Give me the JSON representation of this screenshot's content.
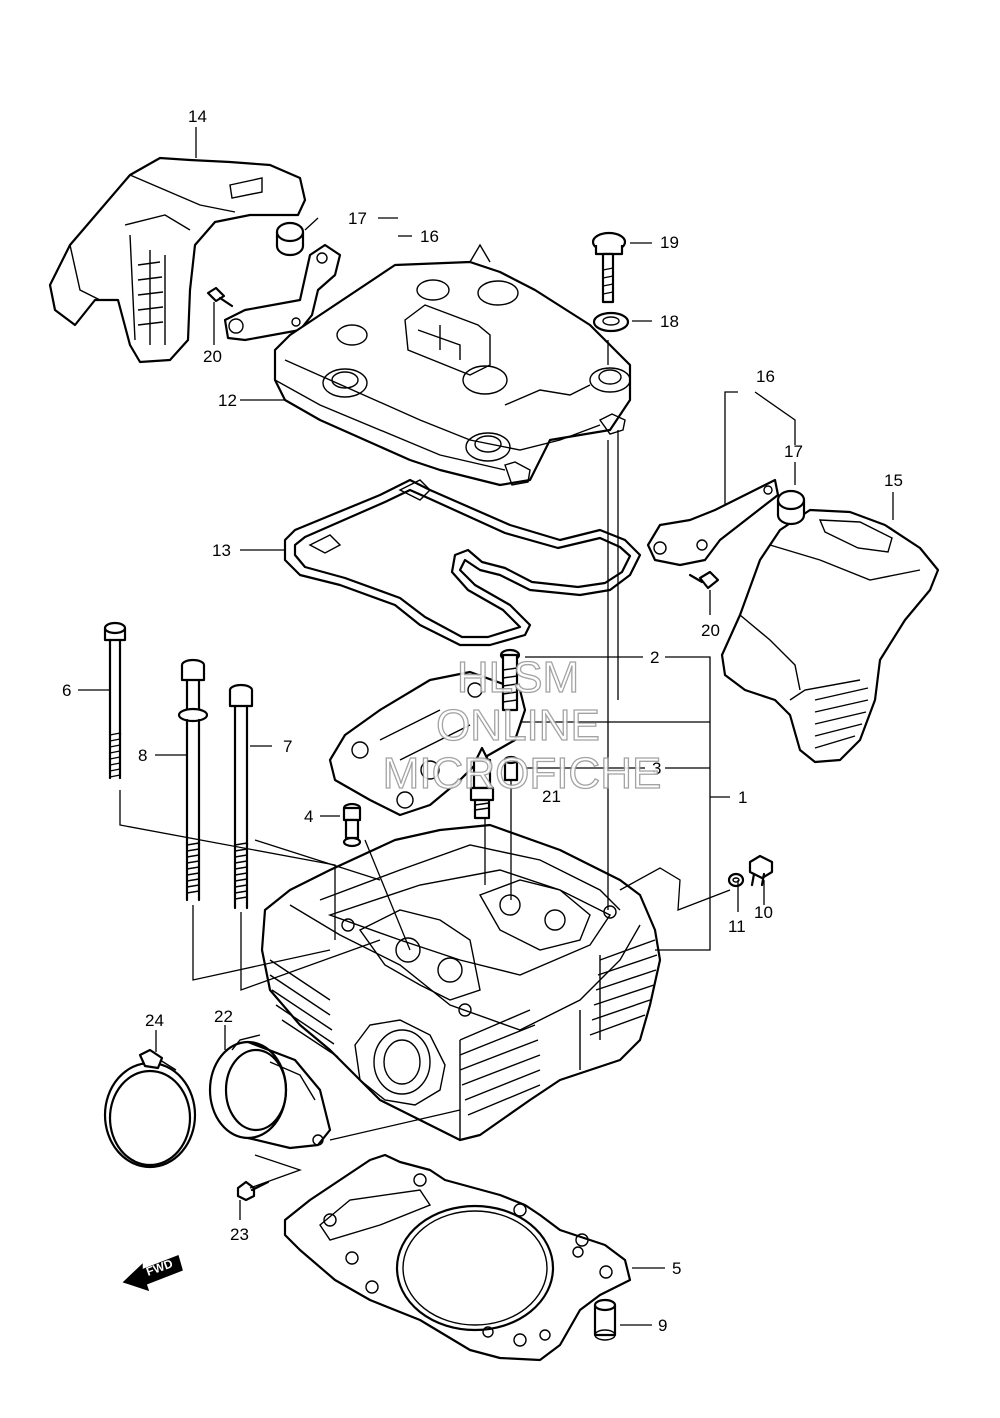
{
  "diagram": {
    "callouts": [
      "14",
      "17",
      "16",
      "19",
      "18",
      "20",
      "12",
      "16",
      "17",
      "15",
      "13",
      "20",
      "6",
      "8",
      "7",
      "2",
      "3",
      "21",
      "1",
      "4",
      "11",
      "10",
      "24",
      "22",
      "23",
      "5",
      "9"
    ],
    "watermark": [
      "HLSM",
      "ONLINE",
      "MICROFICHE"
    ],
    "forward_arrow_label": "FWD"
  }
}
